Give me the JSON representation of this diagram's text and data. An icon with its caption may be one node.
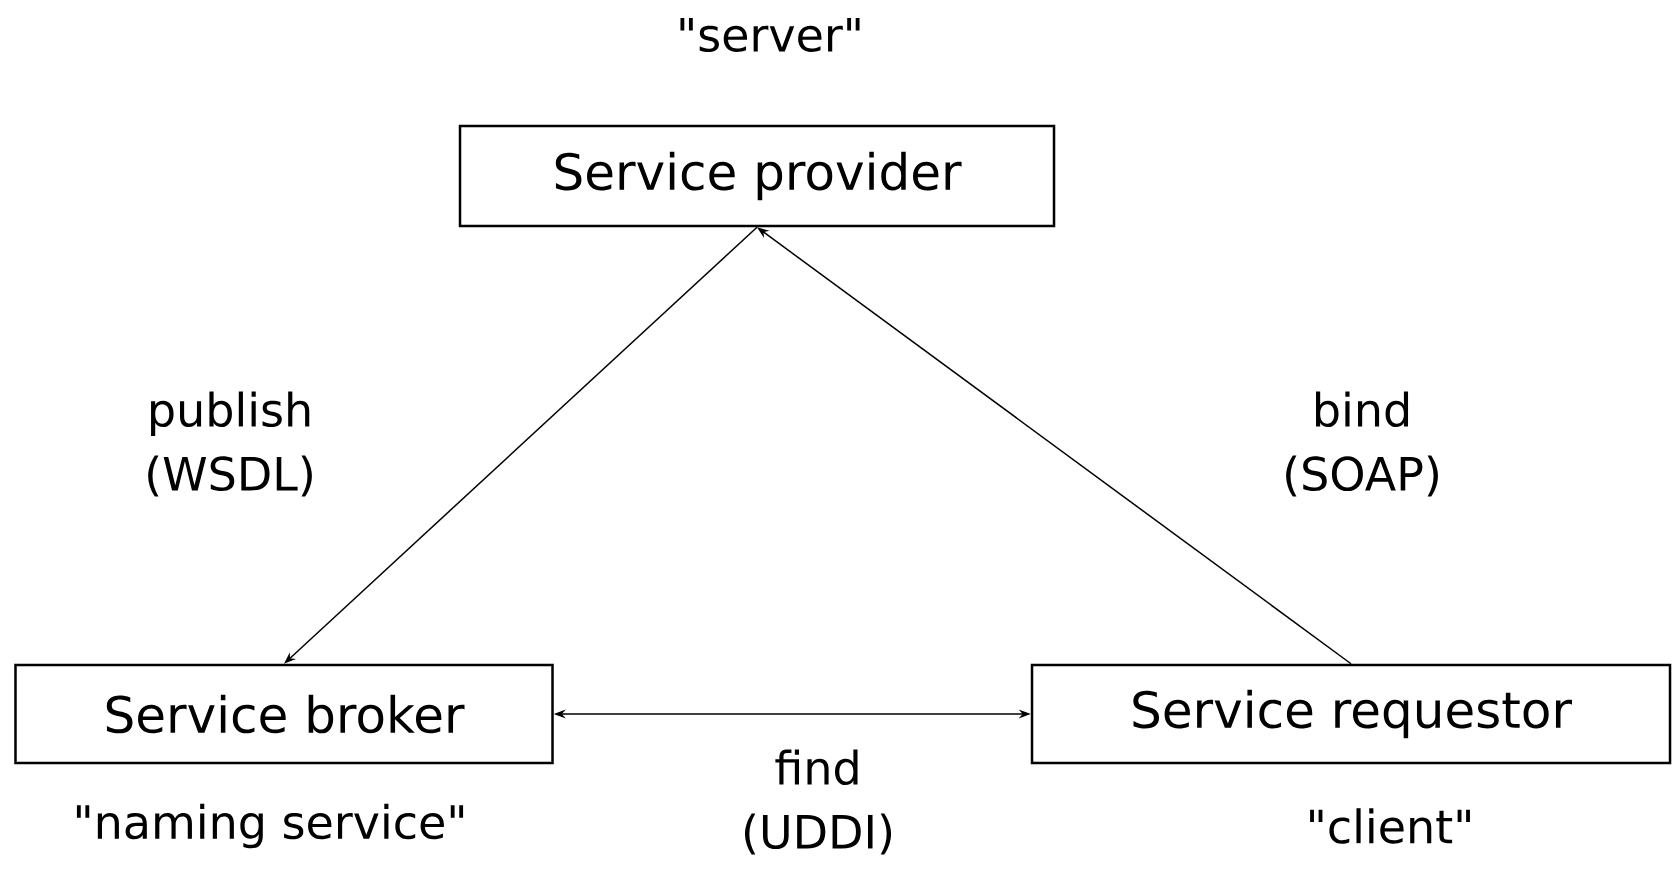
{
  "diagram": {
    "nodes": [
      {
        "text": [
          "Service provider"
        ],
        "beside": [
          "\"server\""
        ]
      },
      {
        "text": [
          "Service broker"
        ],
        "beside": [
          "\"naming service\""
        ]
      },
      {
        "text": [
          "Service requestor"
        ],
        "beside": [
          "\"client\""
        ]
      }
    ],
    "edges": [
      {
        "from": 0,
        "to": 1,
        "arrow": "to",
        "label": "publish (WSDL)"
      },
      {
        "from": 2,
        "to": 0,
        "arrow": "to",
        "label": "bind (SOAP)"
      },
      {
        "from": 1,
        "to": 2,
        "arrow": "both",
        "label": "find (UDDI)"
      }
    ]
  }
}
